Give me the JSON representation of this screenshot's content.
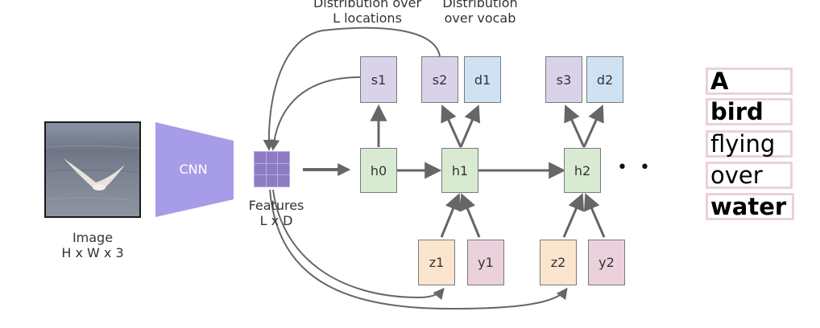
{
  "top_labels": {
    "dist_locations": [
      "Distribution over",
      "L locations"
    ],
    "dist_vocab": [
      "Distribution",
      "over vocab"
    ]
  },
  "image_label": [
    "Image",
    "H x W x 3"
  ],
  "cnn_label": "CNN",
  "features_label": [
    "Features",
    "L x D"
  ],
  "nodes": {
    "s1": "s1",
    "s2": "s2",
    "d1": "d1",
    "s3": "s3",
    "d2": "d2",
    "h0": "h0",
    "h1": "h1",
    "h2": "h2",
    "z1": "z1",
    "y1": "y1",
    "z2": "z2",
    "y2": "y2"
  },
  "ellipsis": "• •",
  "caption_words": [
    {
      "text": "A",
      "bold": true
    },
    {
      "text": "bird",
      "bold": true
    },
    {
      "text": "flying",
      "bold": false
    },
    {
      "text": "over",
      "bold": false
    },
    {
      "text": "water",
      "bold": true
    }
  ],
  "colors": {
    "cnn": "#a79ce8",
    "grid": "#8e7cc3",
    "s": "#d9d2e9",
    "d": "#cfe2f3",
    "h": "#d9ead3",
    "z": "#fce5cd",
    "y": "#ead1dc",
    "arrow": "#666666"
  }
}
